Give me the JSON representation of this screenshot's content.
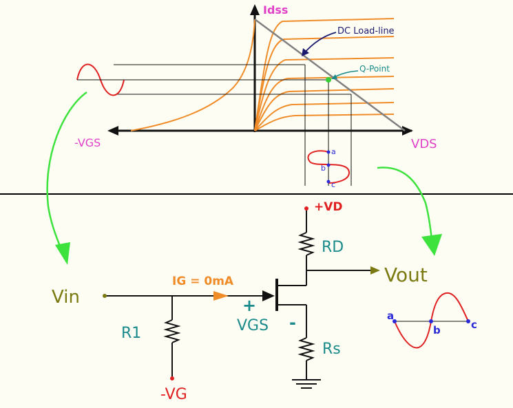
{
  "graph": {
    "y_axis_label": "Iᴅˢˢ",
    "y_axis_text": "Idss",
    "neg_x_label": "-VGS",
    "x_axis_label": "VDS",
    "load_line_label": "DC Load-line",
    "q_point_label": "Q-Point",
    "output_points": [
      "a",
      "b",
      "c"
    ]
  },
  "circuit": {
    "supply_label": "+VD",
    "rd_label": "RD",
    "rs_label": "Rs",
    "r1_label": "R1",
    "vin_label": "Vin",
    "vout_label": "Vout",
    "ig_label": "IG = 0mA",
    "vgs_plus": "+",
    "vgs_minus": "-",
    "vgs_label": "VGS",
    "vg_label": "-VG",
    "output_points": [
      "a",
      "b",
      "c"
    ]
  },
  "colors": {
    "curves": "#f08c28",
    "axes": "#111111",
    "load_line": "#808080",
    "q_point": "#35d035",
    "magenta": "#e040c8",
    "wave": "#e02020",
    "navy": "#1a1a6e",
    "teal": "#1a8a8a",
    "olive": "#7a7a10",
    "green_arrow": "#3de23d",
    "dot_blue": "#2a2ad8",
    "divider": "#000000"
  }
}
